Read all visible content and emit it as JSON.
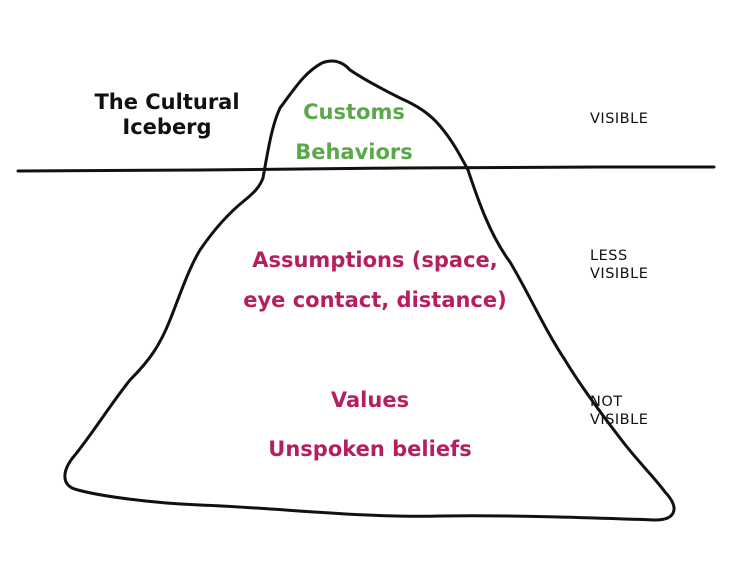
{
  "title": {
    "line1": "The Cultural",
    "line2": "Iceberg"
  },
  "levels": {
    "visible": "VISIBLE",
    "less_visible_1": "LESS",
    "less_visible_2": "VISIBLE",
    "not_visible_1": "NOT",
    "not_visible_2": "VISIBLE"
  },
  "tip": {
    "line1": "Customs",
    "line2": "Behaviors"
  },
  "middle": {
    "line1": "Assumptions (space,",
    "line2": "eye contact, distance)"
  },
  "base": {
    "line1": "Values",
    "line2": "Unspoken beliefs"
  },
  "colors": {
    "visible_text": "#5aa84a",
    "hidden_text": "#b51f5f",
    "outline": "#111111"
  }
}
